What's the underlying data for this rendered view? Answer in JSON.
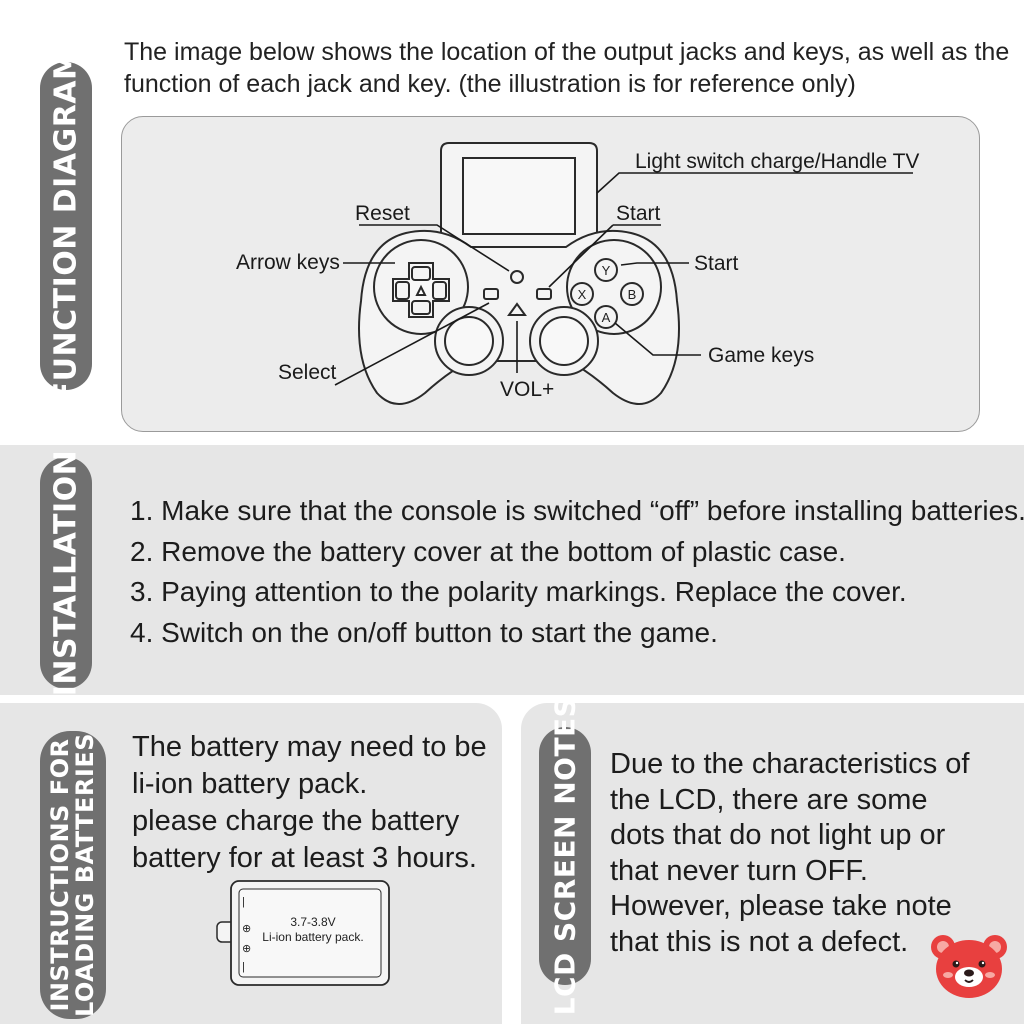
{
  "sections": {
    "function": {
      "label": "FUNCTION DIAGRAM",
      "intro_line1": "The image below shows the location of the output jacks and keys, as well as the",
      "intro_line2": "function of each jack and key. (the illustration is for reference only)",
      "callouts": {
        "light_switch": "Light switch charge/Handle TV",
        "reset": "Reset",
        "start_top": "Start",
        "arrow_keys": "Arrow keys",
        "start_right": "Start",
        "game_keys": "Game keys",
        "select": "Select",
        "vol": "VOL+"
      },
      "buttons": {
        "y": "Y",
        "x": "X",
        "b": "B",
        "a": "A"
      }
    },
    "installation": {
      "label": "INSTALLATION",
      "steps": [
        "1. Make sure that the console is switched “off” before installing batteries.",
        "2. Remove the battery cover at the bottom of plastic case.",
        "3. Paying attention to the polarity markings. Replace the cover.",
        "4. Switch on the on/off button to start the game."
      ]
    },
    "battery": {
      "label_line1": "INSTRUCTIONS FOR",
      "label_line2": "LOADING BATTERIES",
      "text_lines": [
        "The battery may need to be",
        "li-ion battery pack.",
        "please charge the battery",
        "battery for at least 3 hours."
      ],
      "pack_voltage": "3.7-3.8V",
      "pack_type": "Li-ion battery pack."
    },
    "lcd": {
      "label": "LCD SCREEN NOTES",
      "text_lines": [
        "Due to the characteristics of",
        "the LCD, there are some",
        "dots that do not light up or",
        "that never turn OFF.",
        "However, please take note",
        "that this is not a defect."
      ]
    }
  },
  "colors": {
    "label_bg": "#707070",
    "panel_bg": "#e6e6e6",
    "diagram_bg": "#ececec",
    "bear": "#e8403f"
  },
  "icons": [
    "gamepad-icon",
    "battery-pack-icon",
    "bear-mascot-icon"
  ]
}
